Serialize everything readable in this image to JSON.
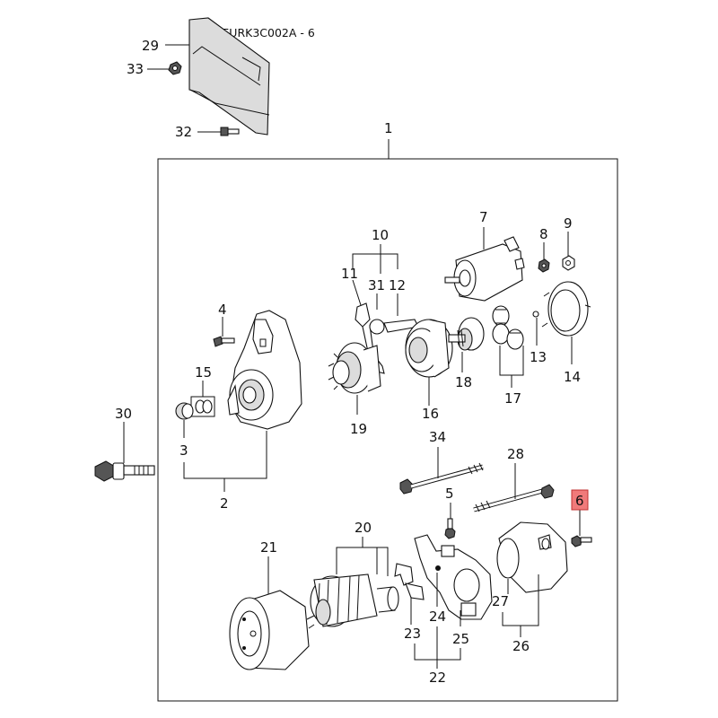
{
  "title": "KIA EURK3C002A - 6",
  "highlighted_callout": "6",
  "colors": {
    "highlight": "#f07a7a",
    "line": "#111111"
  },
  "callouts": {
    "c1": "1",
    "c2": "2",
    "c3": "3",
    "c4": "4",
    "c5": "5",
    "c6": "6",
    "c7": "7",
    "c8": "8",
    "c9": "9",
    "c10": "10",
    "c11": "11",
    "c12": "12",
    "c13": "13",
    "c14": "14",
    "c15": "15",
    "c16": "16",
    "c17": "17",
    "c18": "18",
    "c19": "19",
    "c20": "20",
    "c21": "21",
    "c22": "22",
    "c23": "23",
    "c24": "24",
    "c25": "25",
    "c26": "26",
    "c27": "27",
    "c28": "28",
    "c29": "29",
    "c30": "30",
    "c31": "31",
    "c32": "32",
    "c33": "33",
    "c34": "34"
  }
}
